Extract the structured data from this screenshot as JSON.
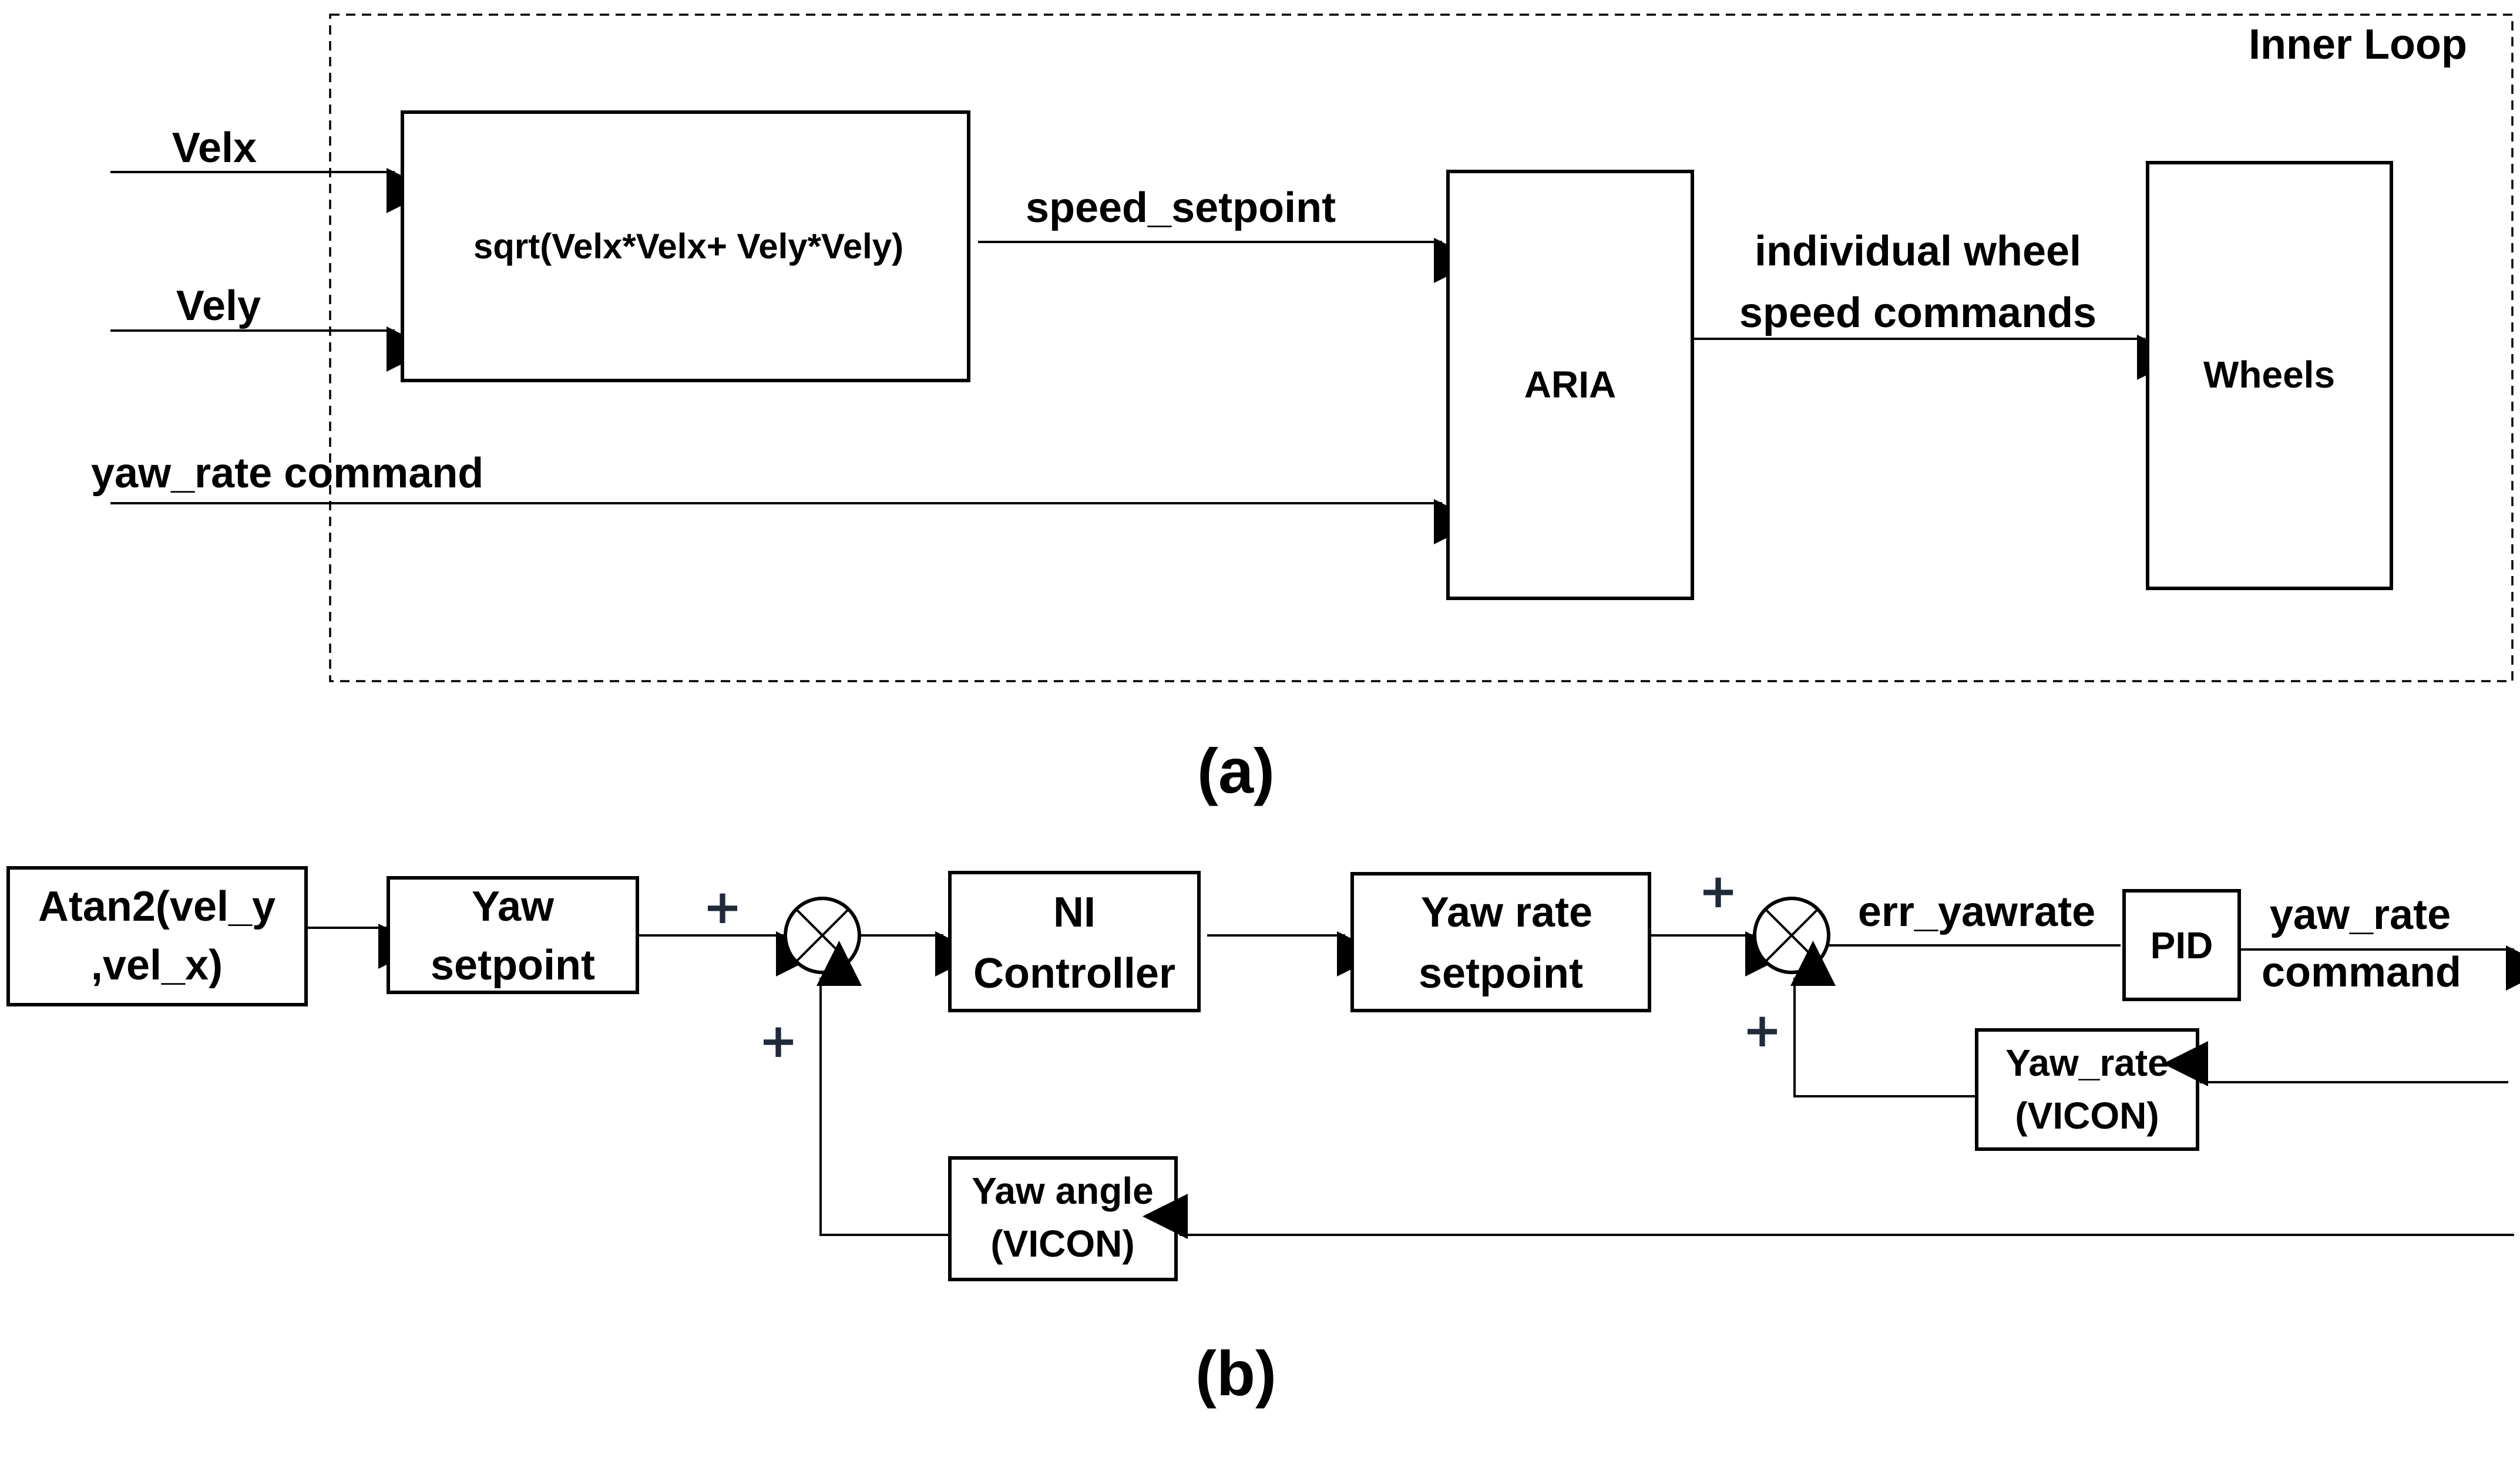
{
  "panel_a": {
    "frame_title": "Inner Loop",
    "inputs": {
      "velx": "Velx",
      "vely": "Vely",
      "yaw_cmd": "yaw_rate command"
    },
    "blocks": {
      "sqrt": "sqrt(Velx*Velx+ Vely*Vely)",
      "aria": "ARIA",
      "wheels": "Wheels"
    },
    "signals": {
      "speed_setpoint": "speed_setpoint",
      "wheel_cmd_line1": "individual wheel",
      "wheel_cmd_line2": "speed commands"
    },
    "caption": "(a)"
  },
  "panel_b": {
    "blocks": {
      "atan_line1": "Atan2(vel_y",
      "atan_line2": ",vel_x)",
      "yaw_sp_line1": "Yaw",
      "yaw_sp_line2": "setpoint",
      "ni_line1": "NI",
      "ni_line2": "Controller",
      "yr_sp_line1": "Yaw rate",
      "yr_sp_line2": "setpoint",
      "pid": "PID",
      "yaw_rate_vicon_line1": "Yaw_rate",
      "yaw_rate_vicon_line2": "(VICON)",
      "yaw_angle_vicon_line1": "Yaw angle",
      "yaw_angle_vicon_line2": "(VICON)"
    },
    "signals": {
      "err_yawrate": "err_yawrate",
      "out_line1": "yaw_rate",
      "out_line2": "command"
    },
    "signs": {
      "plus": "+"
    },
    "caption": "(b)"
  }
}
